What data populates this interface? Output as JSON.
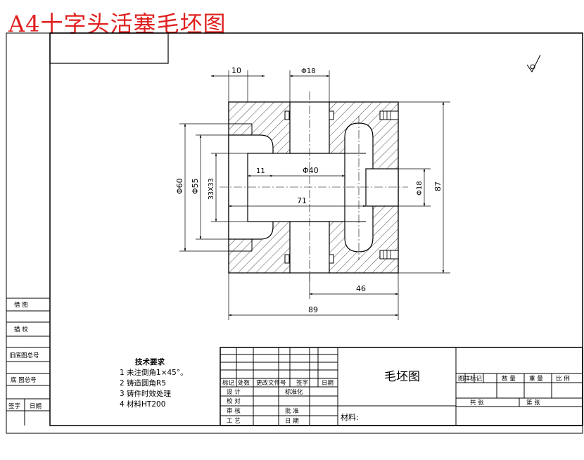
{
  "title": "A4十字头活塞毛坯图",
  "drawing_name": "毛坯图",
  "dimensions": {
    "d10": "10",
    "phi18_top": "Φ18",
    "phi40": "Φ40",
    "d11": "11",
    "phi18_right": "Φ18",
    "d87": "87",
    "phi60": "Φ60",
    "phi55": "Φ55",
    "d33": "33X33",
    "d71": "71",
    "d46": "46",
    "d89": "89"
  },
  "tech_requirements": {
    "heading": "技术要求",
    "items": [
      "1 未注倒角1×45°。",
      "2 铸造圆角R5",
      "3 铸件时效处理",
      "4 材料HT200"
    ]
  },
  "left_block": {
    "labels": [
      "借  图",
      "描  校",
      "旧底图总号",
      "底 图总号",
      "签字",
      "日期"
    ]
  },
  "title_block": {
    "mark_row": [
      "标记",
      "处数",
      "更改文件号",
      "签字",
      "日期"
    ],
    "design": "设 计",
    "standardize": "标准化",
    "check": "校 对",
    "review": "审 核",
    "approve": "批 准",
    "process": "工 艺",
    "date": "日 期",
    "material_label": "材料:",
    "stage_mark": "图样标记",
    "quantity": "数 量",
    "weight": "重 量",
    "scale": "比 例",
    "total_sheets": "共    张",
    "sheet_no": "第    张"
  }
}
